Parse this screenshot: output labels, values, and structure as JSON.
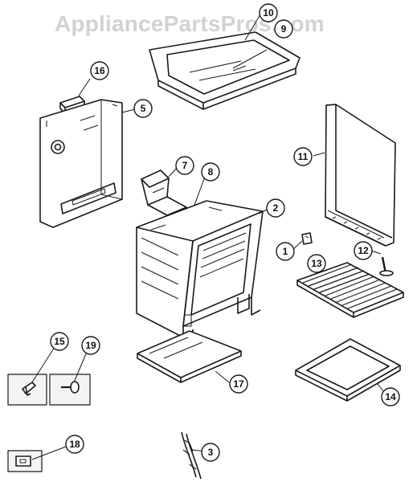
{
  "watermark": "AppliancePartsPros.com",
  "callouts": {
    "c1": "1",
    "c2": "2",
    "c3": "3",
    "c5": "5",
    "c7": "7",
    "c8": "8",
    "c9": "9",
    "c10": "10",
    "c11": "11",
    "c12": "12",
    "c13": "13",
    "c14": "14",
    "c15": "15",
    "c16": "16",
    "c17": "17",
    "c18": "18",
    "c19": "19"
  },
  "colors": {
    "line": "#1a1a1a",
    "fill": "#ffffff",
    "watermark": "#d2d2d2"
  }
}
